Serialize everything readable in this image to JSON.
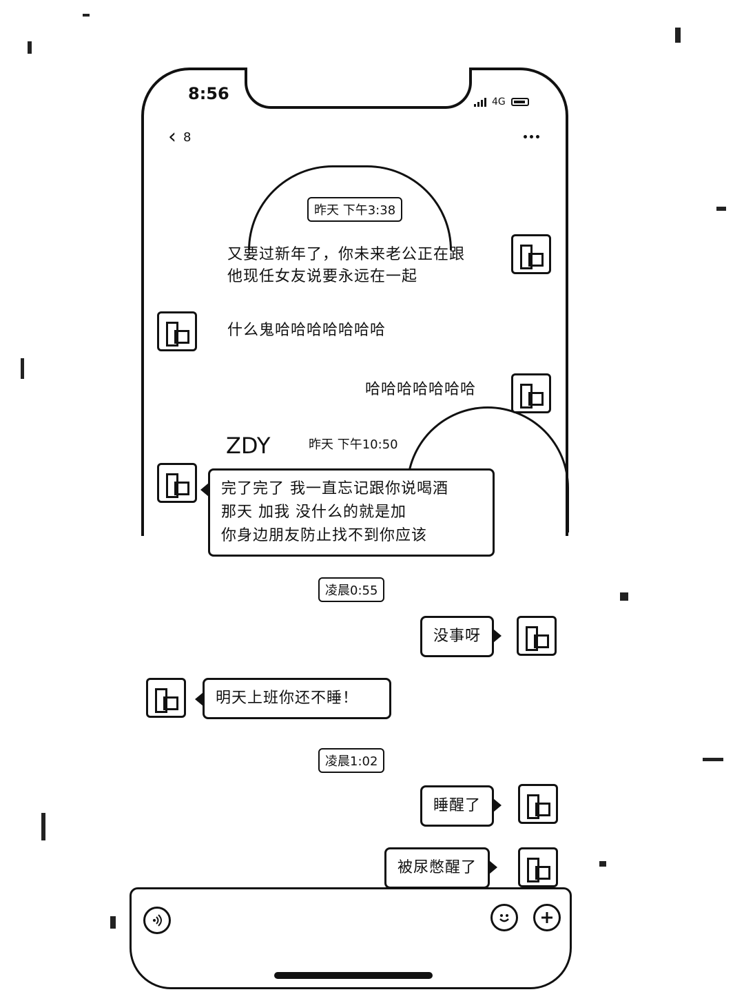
{
  "status_bar": {
    "time": "8:56",
    "network": "4G"
  },
  "nav": {
    "back_count": "8"
  },
  "messages": {
    "ts1": "昨天 下午3:38",
    "m1_line1": "又要过新年了，你未来老公正在跟",
    "m1_line2": "他现任女友说要永远在一起",
    "m2": "什么鬼哈哈哈哈哈哈哈",
    "m3": "哈哈哈哈哈哈哈",
    "overlay": "ZDY",
    "ts2": "昨天 下午10:50",
    "m4_line1": "完了完了 我一直忘记跟你说喝酒",
    "m4_line2": "那天            加我  没什么的就是加",
    "m4_line3": "你身边朋友防止找不到你应该",
    "ts3": "凌晨0:55",
    "m5": "没事呀",
    "m6": "明天上班你还不睡！",
    "ts4": "凌晨1:02",
    "m7": "睡醒了",
    "m8": "被尿憋醒了"
  },
  "input_bar": {
    "voice_icon": "voice-icon",
    "emoji_icon": "emoji-icon",
    "plus_icon": "plus-icon"
  }
}
